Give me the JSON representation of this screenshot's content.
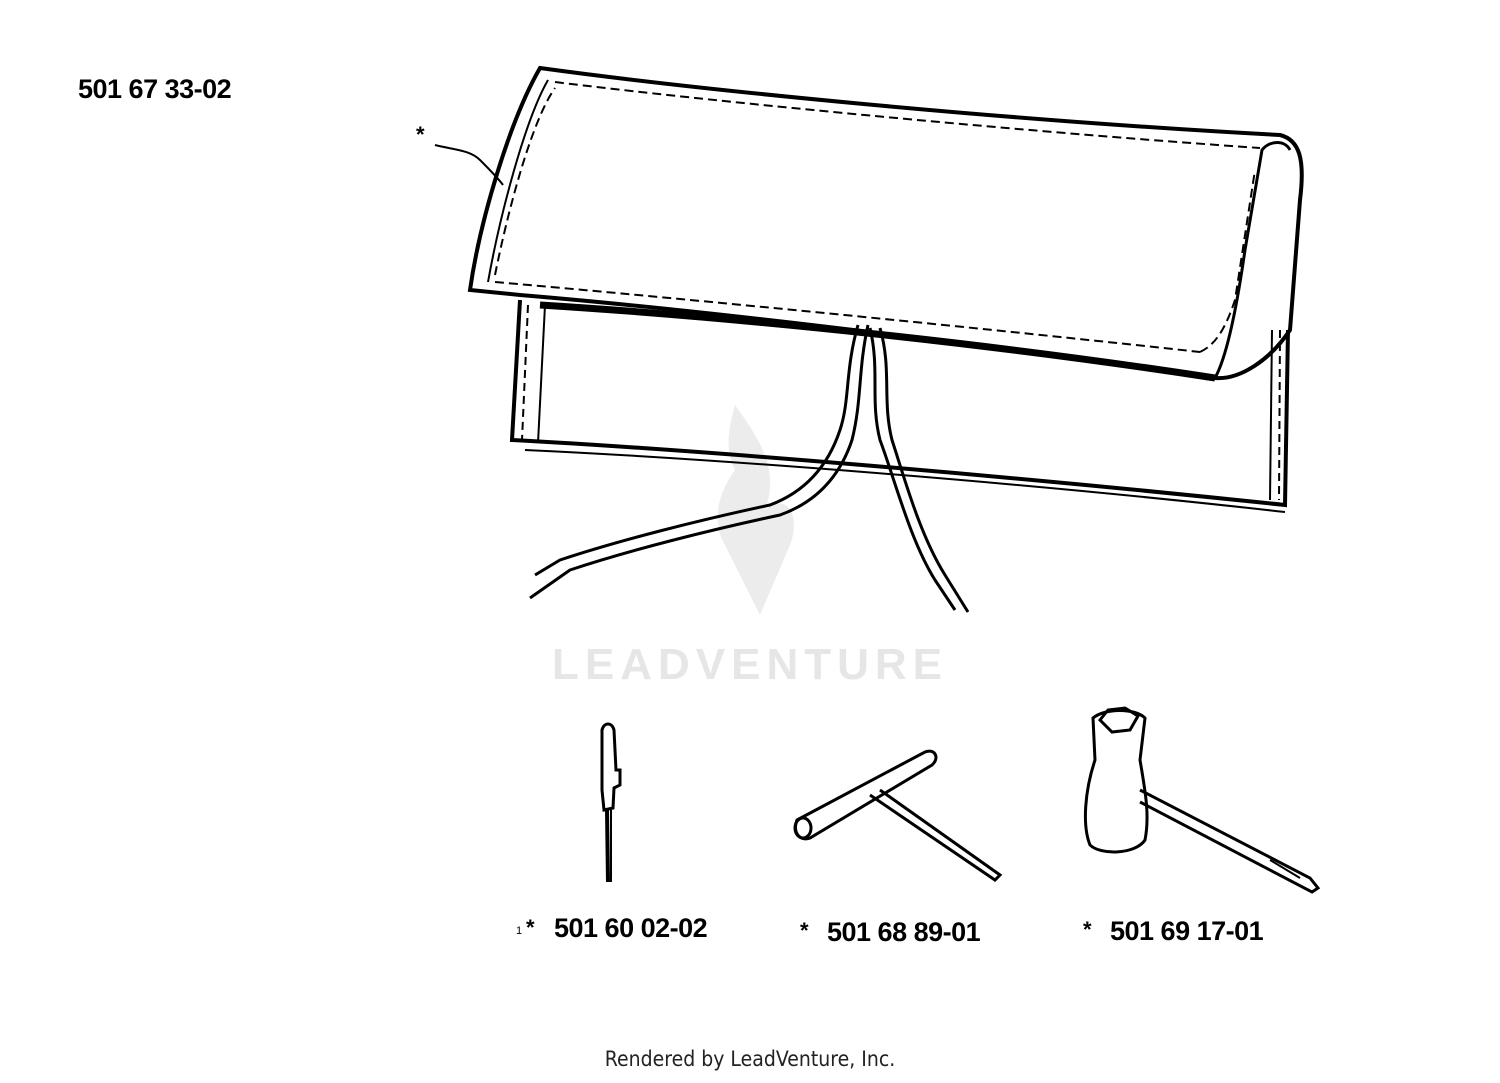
{
  "title_part_number": "501 67 33-02",
  "pouch_callout_marker": "*",
  "tools": [
    {
      "ref": "1",
      "marker": "*",
      "part_number": "501 60 02-02",
      "icon": "screwdriver-icon"
    },
    {
      "marker": "*",
      "part_number": "501 68 89-01",
      "icon": "t-wrench-icon"
    },
    {
      "marker": "*",
      "part_number": "501 69 17-01",
      "icon": "combination-spanner-icon"
    }
  ],
  "watermark": {
    "text": "LEADVENTURE",
    "icon": "flame-logo-icon"
  },
  "footer": "Rendered by LeadVenture, Inc."
}
